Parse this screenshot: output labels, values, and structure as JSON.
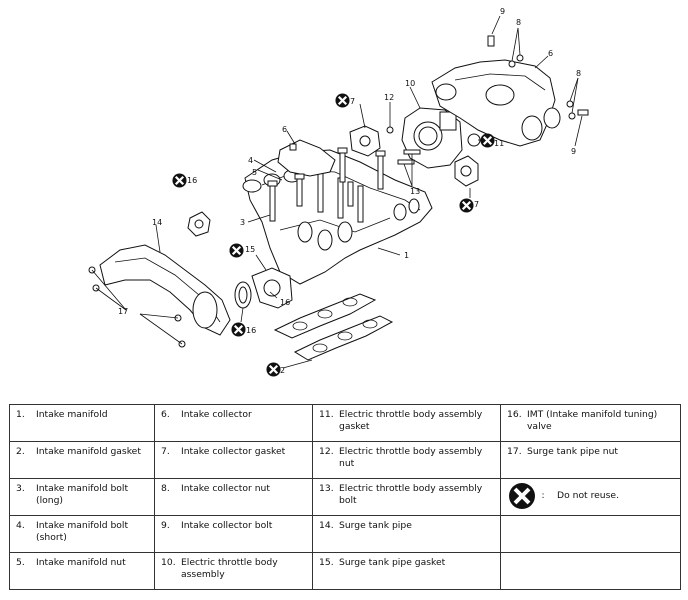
{
  "callouts": [
    "1",
    "2",
    "3",
    "4",
    "5",
    "6",
    "7",
    "8",
    "9",
    "10",
    "11",
    "12",
    "13",
    "14",
    "15",
    "16",
    "17"
  ],
  "legend": {
    "items": [
      {
        "num": "1.",
        "text": "Intake manifold"
      },
      {
        "num": "2.",
        "text": "Intake manifold gasket"
      },
      {
        "num": "3.",
        "text": "Intake manifold bolt (long)"
      },
      {
        "num": "4.",
        "text": "Intake manifold bolt (short)"
      },
      {
        "num": "5.",
        "text": "Intake manifold nut"
      },
      {
        "num": "6.",
        "text": "Intake collector"
      },
      {
        "num": "7.",
        "text": "Intake collector gasket"
      },
      {
        "num": "8.",
        "text": "Intake collector nut"
      },
      {
        "num": "9.",
        "text": "Intake collector bolt"
      },
      {
        "num": "10.",
        "text": "Electric throttle body assembly"
      },
      {
        "num": "11.",
        "text": "Electric throttle body assembly gasket"
      },
      {
        "num": "12.",
        "text": "Electric throttle body assembly nut"
      },
      {
        "num": "13.",
        "text": "Electric throttle body assembly bolt"
      },
      {
        "num": "14.",
        "text": "Surge tank pipe"
      },
      {
        "num": "15.",
        "text": "Surge tank pipe gasket"
      },
      {
        "num": "16.",
        "text": "IMT (Intake manifold tuning) valve"
      },
      {
        "num": "17.",
        "text": "Surge tank pipe nut"
      }
    ],
    "no_reuse_colon": ":",
    "no_reuse_text": "Do not reuse."
  }
}
